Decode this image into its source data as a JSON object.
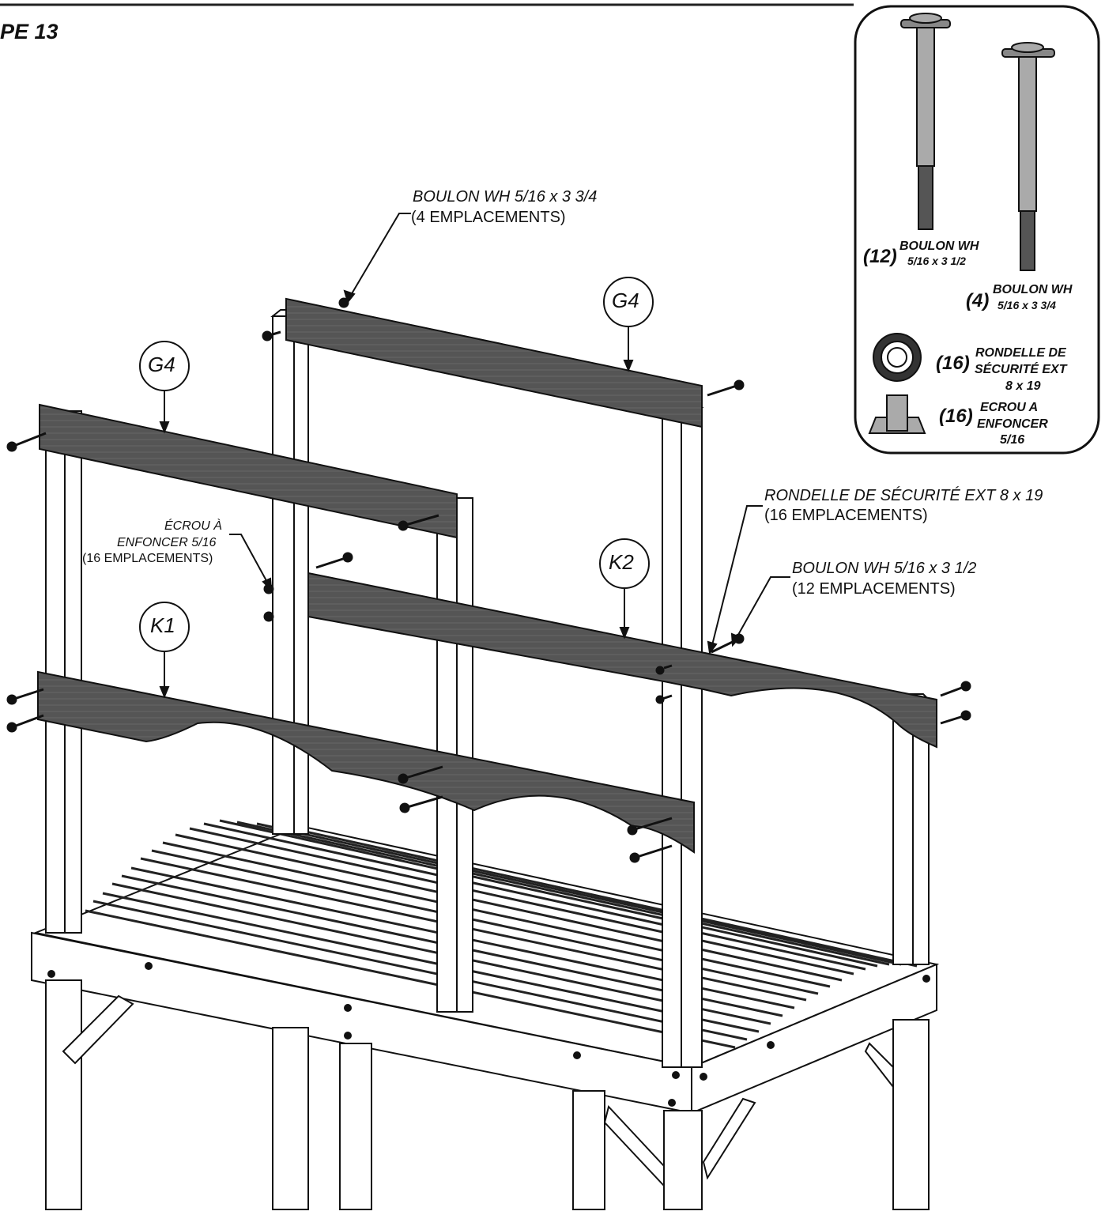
{
  "step_title": "PE 13",
  "hardware_legend": [
    {
      "qty": "(12)",
      "name_line1": "BOULON WH",
      "name_line2": "5/16 x 3 1/2"
    },
    {
      "qty": "(4)",
      "name_line1": "BOULON WH",
      "name_line2": "5/16 x 3 3/4"
    },
    {
      "qty": "(16)",
      "name_line1": "RONDELLE DE",
      "name_line2": "SÉCURITÉ EXT",
      "name_line3": "8 x 19"
    },
    {
      "qty": "(16)",
      "name_line1": "ECROU A",
      "name_line2": "ENFONCER",
      "name_line3": "5/16"
    }
  ],
  "callouts": {
    "bolt_334": {
      "line1": "BOULON WH 5/16 x 3 3/4",
      "line2": "(4 EMPLACEMENTS)"
    },
    "washer": {
      "line1": "RONDELLE DE SÉCURITÉ EXT 8 x 19",
      "line2": "(16 EMPLACEMENTS)"
    },
    "bolt_312": {
      "line1": "BOULON WH 5/16 x 3 1/2",
      "line2": "(12 EMPLACEMENTS)"
    },
    "tnut": {
      "line1": "ÉCROU À",
      "line2": "ENFONCER 5/16",
      "line3": "(16 EMPLACEMENTS)"
    }
  },
  "part_tags": {
    "g4_back": "G4",
    "g4_front": "G4",
    "k2": "K2",
    "k1": "K1"
  }
}
